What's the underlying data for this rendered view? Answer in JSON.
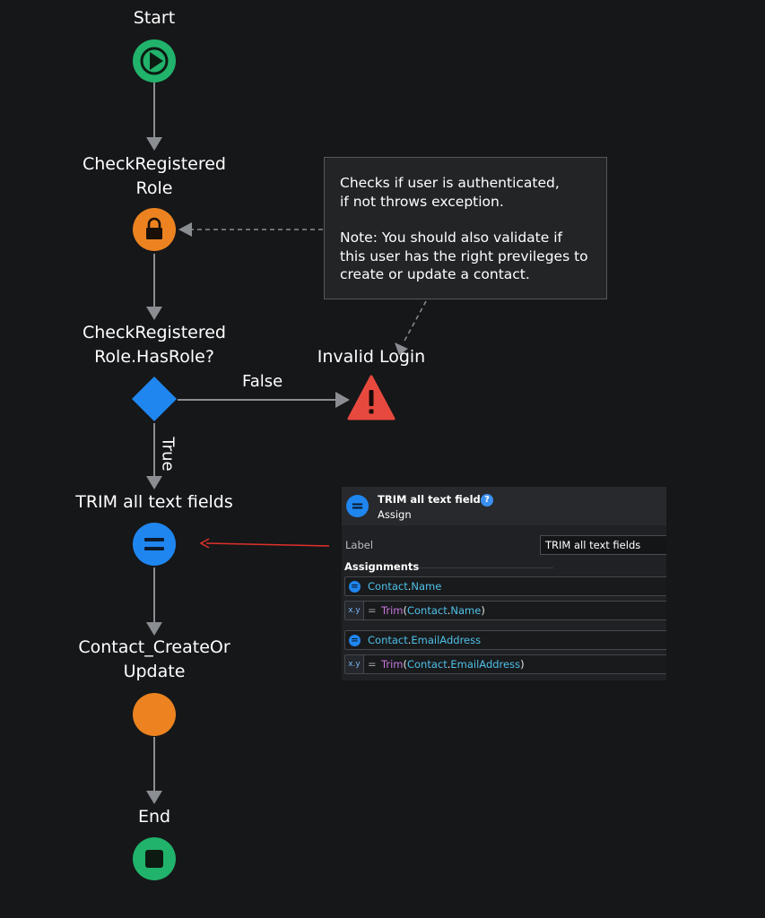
{
  "nodes": {
    "start": {
      "label": "Start",
      "color": "#21b36b",
      "icon": "play-icon"
    },
    "check_role": {
      "label_line1": "CheckRegistered",
      "label_line2": "Role",
      "color": "#ec8320",
      "icon": "lock-icon"
    },
    "if_has_role": {
      "label_line1": "CheckRegistered",
      "label_line2": "Role.HasRole?",
      "color": "#1f86f0",
      "icon": "diamond-icon"
    },
    "invalid_login": {
      "label": "Invalid Login",
      "color": "#e8493f",
      "icon": "warning-icon"
    },
    "trim": {
      "label": "TRIM all text fields",
      "color": "#1f86f0",
      "icon": "assign-icon"
    },
    "create_update": {
      "label_line1": "Contact_CreateOr",
      "label_line2": "Update",
      "color": "#ec8320",
      "icon": "action-icon"
    },
    "end": {
      "label": "End",
      "color": "#21b36b",
      "icon": "stop-icon"
    }
  },
  "edges": {
    "false_label": "False",
    "true_label": "True"
  },
  "comment": {
    "line1": "Checks if user is authenticated,",
    "line2": "if not throws exception.",
    "line3": "Note: You should also validate if",
    "line4": "this user has the right previleges to",
    "line5": "create or update a contact."
  },
  "properties_panel": {
    "title": "TRIM all text fields",
    "subtitle": "Assign",
    "label_key": "Label",
    "label_value": "TRIM all text fields",
    "section": "Assignments",
    "assignments": [
      {
        "var_entity": "Contact",
        "var_attr": "Name",
        "xy": "x.y",
        "eq": "=",
        "fn": "Trim",
        "arg_entity": "Contact",
        "arg_attr": "Name"
      },
      {
        "var_entity": "Contact",
        "var_attr": "EmailAddress",
        "xy": "x.y",
        "eq": "=",
        "fn": "Trim",
        "arg_entity": "Contact",
        "arg_attr": "EmailAddress"
      }
    ]
  },
  "colors": {
    "connector": "#8a8d91",
    "highlight_arrow": "#e0312b",
    "background": "#161719"
  }
}
